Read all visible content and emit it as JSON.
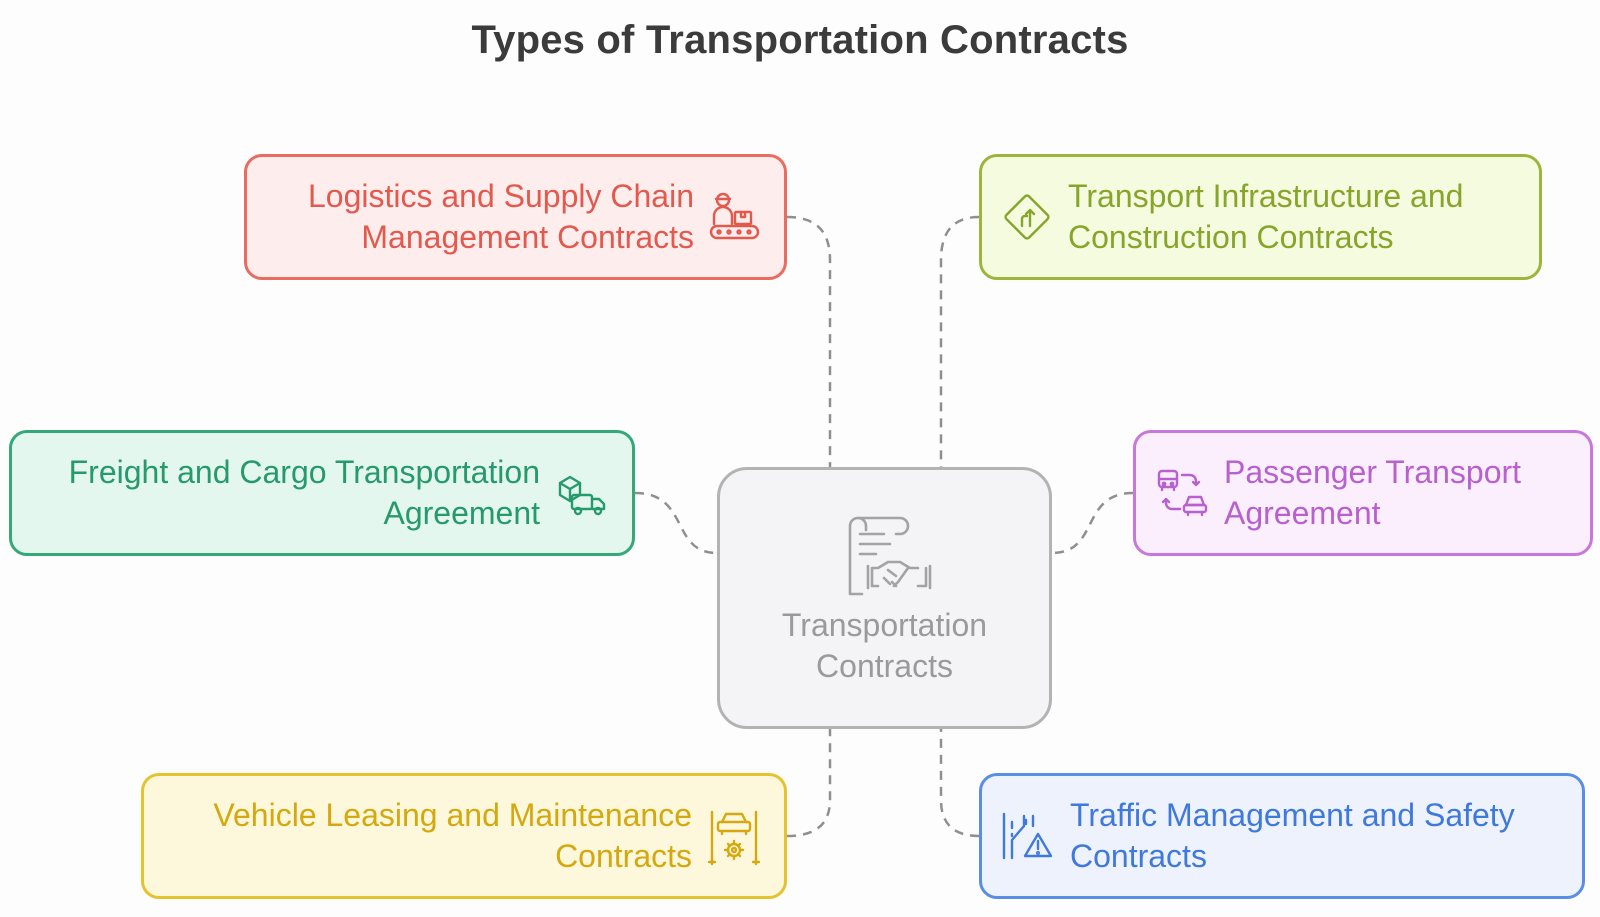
{
  "title": "Types of Transportation Contracts",
  "center": {
    "label": "Transportation Contracts",
    "icon": "contract-handshake-icon"
  },
  "nodes": {
    "logistics": {
      "label": "Logistics and Supply Chain Management Contracts",
      "icon": "worker-conveyor-icon",
      "color": "#e4594d"
    },
    "infrastructure": {
      "label": "Transport Infrastructure and Construction Contracts",
      "icon": "road-sign-icon",
      "color": "#86a52a"
    },
    "freight": {
      "label": "Freight and Cargo Transportation Agreement",
      "icon": "delivery-truck-icon",
      "color": "#269a6b"
    },
    "passenger": {
      "label": "Passenger Transport Agreement",
      "icon": "bus-car-exchange-icon",
      "color": "#b960d0"
    },
    "vehicle": {
      "label": "Vehicle Leasing and Maintenance Contracts",
      "icon": "car-service-icon",
      "color": "#d4a80e"
    },
    "traffic": {
      "label": "Traffic Management and Safety Contracts",
      "icon": "road-warning-icon",
      "color": "#3f79dc"
    }
  }
}
